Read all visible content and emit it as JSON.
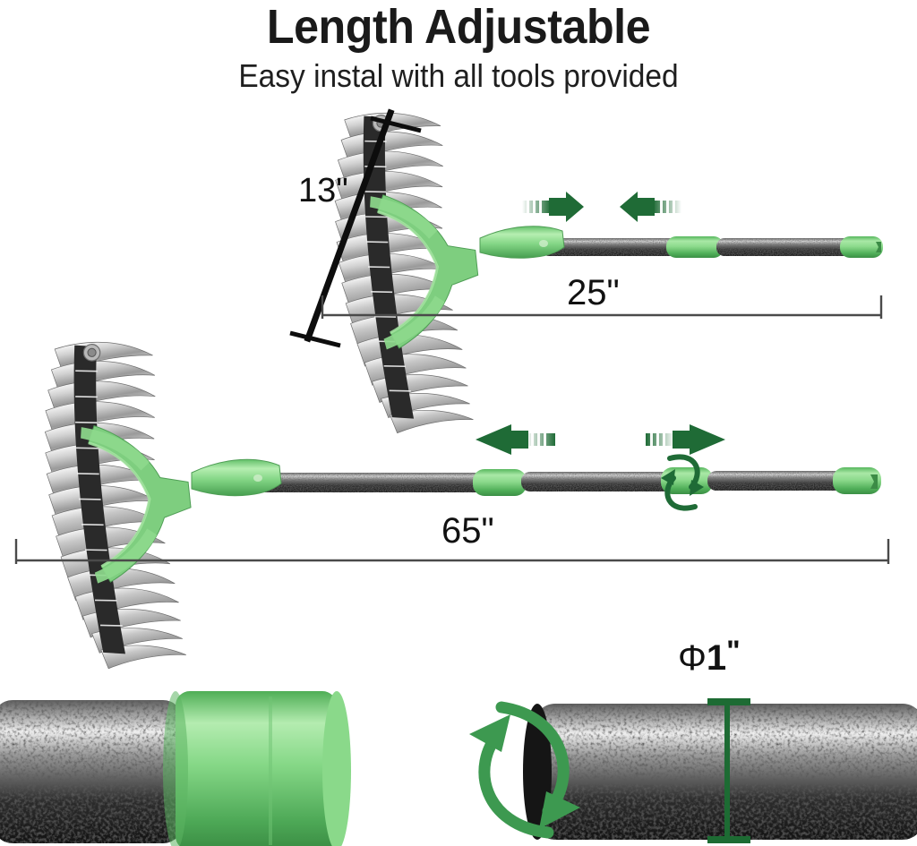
{
  "header": {
    "title": "Length Adjustable",
    "subtitle": "Easy instal with all tools provided"
  },
  "dimensions": {
    "head_width": "13\"",
    "collapsed_length": "25\"",
    "extended_length": "65\"",
    "pole_diameter_symbol": "Φ",
    "pole_diameter": "1",
    "pole_diameter_unit": "\""
  },
  "figures": [
    {
      "name": "collapsed-rake",
      "caption": "25\"",
      "head_label": "13\"",
      "arrow_direction": "inward",
      "pole_segments": 2,
      "state": "collapsed"
    },
    {
      "name": "extended-rake",
      "caption": "65\"",
      "arrow_direction": "outward",
      "pole_segments": 3,
      "state": "extended",
      "has_twist_lock": true
    },
    {
      "name": "pole-closeup",
      "caption": "Φ1\"",
      "has_twist_lock": true
    }
  ],
  "colors": {
    "bright_green": "#7ece7f",
    "mid_green": "#62bf68",
    "dark_green": "#1f6b36",
    "pole_dark": "#3a3a3a",
    "text": "#1a1a1a",
    "rule": "#4a4a4a"
  },
  "icons": {
    "arrow_left": "arrow-left-icon",
    "arrow_right": "arrow-right-icon",
    "rotate": "rotate-icon",
    "caliper": "caliper-icon"
  }
}
